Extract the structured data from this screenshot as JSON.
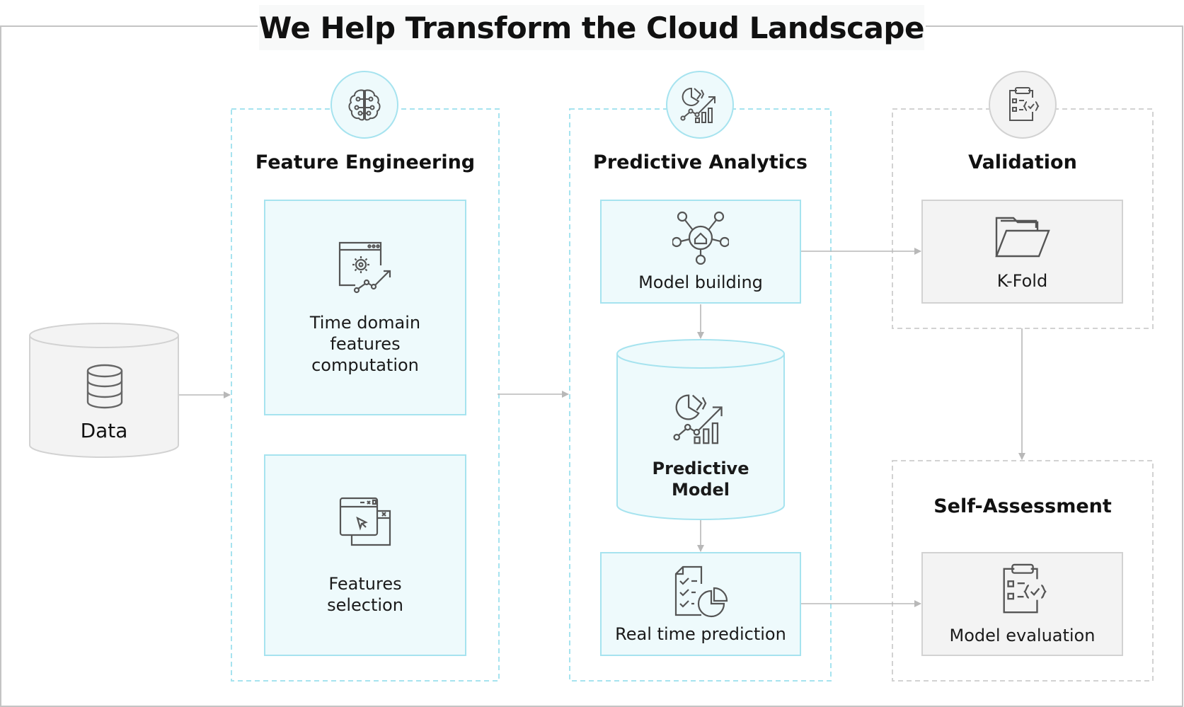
{
  "title": "We Help Transform the Cloud Landscape",
  "data_node": {
    "label": "Data",
    "icon": "database-icon"
  },
  "sections": {
    "feature_engineering": {
      "title": "Feature Engineering",
      "icon": "brain-circuit-icon",
      "steps": [
        {
          "label": "Time domain\nfeatures\ncomputation",
          "icon": "settings-window-chart-icon"
        },
        {
          "label": "Features\nselection",
          "icon": "window-cursor-icon"
        }
      ]
    },
    "predictive_analytics": {
      "title": "Predictive Analytics",
      "icon": "analytics-chart-icon",
      "steps": [
        {
          "label": "Model building",
          "icon": "network-hub-icon"
        },
        {
          "label": "Predictive\nModel",
          "icon": "analytics-chart-icon"
        },
        {
          "label": "Real time prediction",
          "icon": "checklist-pie-icon"
        }
      ]
    },
    "validation": {
      "title": "Validation",
      "icon": "clipboard-check-icon",
      "steps": [
        {
          "label": "K-Fold",
          "icon": "folder-open-icon"
        }
      ]
    },
    "self_assessment": {
      "title": "Self-Assessment",
      "steps": [
        {
          "label": "Model evaluation",
          "icon": "clipboard-check-icon"
        }
      ]
    }
  },
  "colors": {
    "accent_fill": "#eefafc",
    "accent_border": "#a6e3ef",
    "gray_fill": "#f3f3f3",
    "gray_border": "#d2d2d2",
    "connector": "#b8b8b8"
  }
}
